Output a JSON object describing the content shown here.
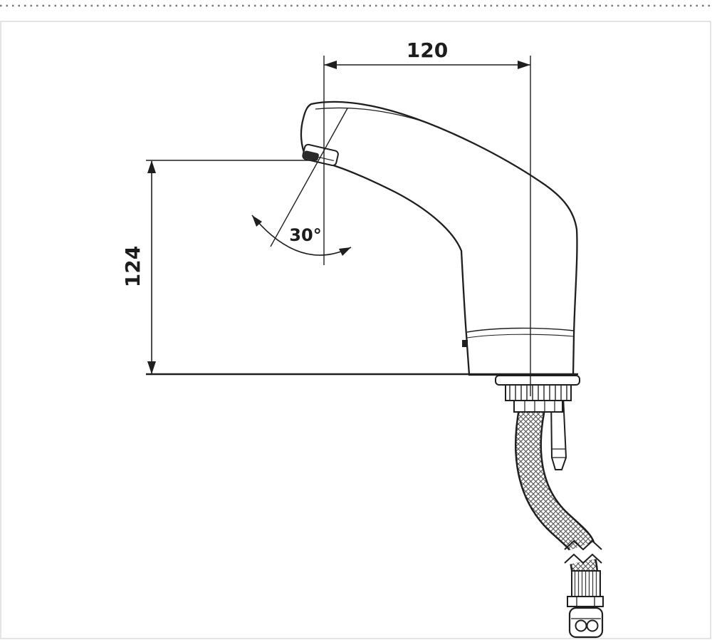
{
  "page": {
    "background_color": "#ffffff",
    "border_color": "#dcdcdc",
    "cut_line_color": "#7a7a7a"
  },
  "drawing": {
    "type": "technical-drawing",
    "subject": "sensor basin faucet side view with flexible supply hose",
    "line_color": "#1f1f1f",
    "annotations": {
      "width_dimension": "120",
      "height_dimension": "124",
      "spout_angle": "30°"
    }
  }
}
